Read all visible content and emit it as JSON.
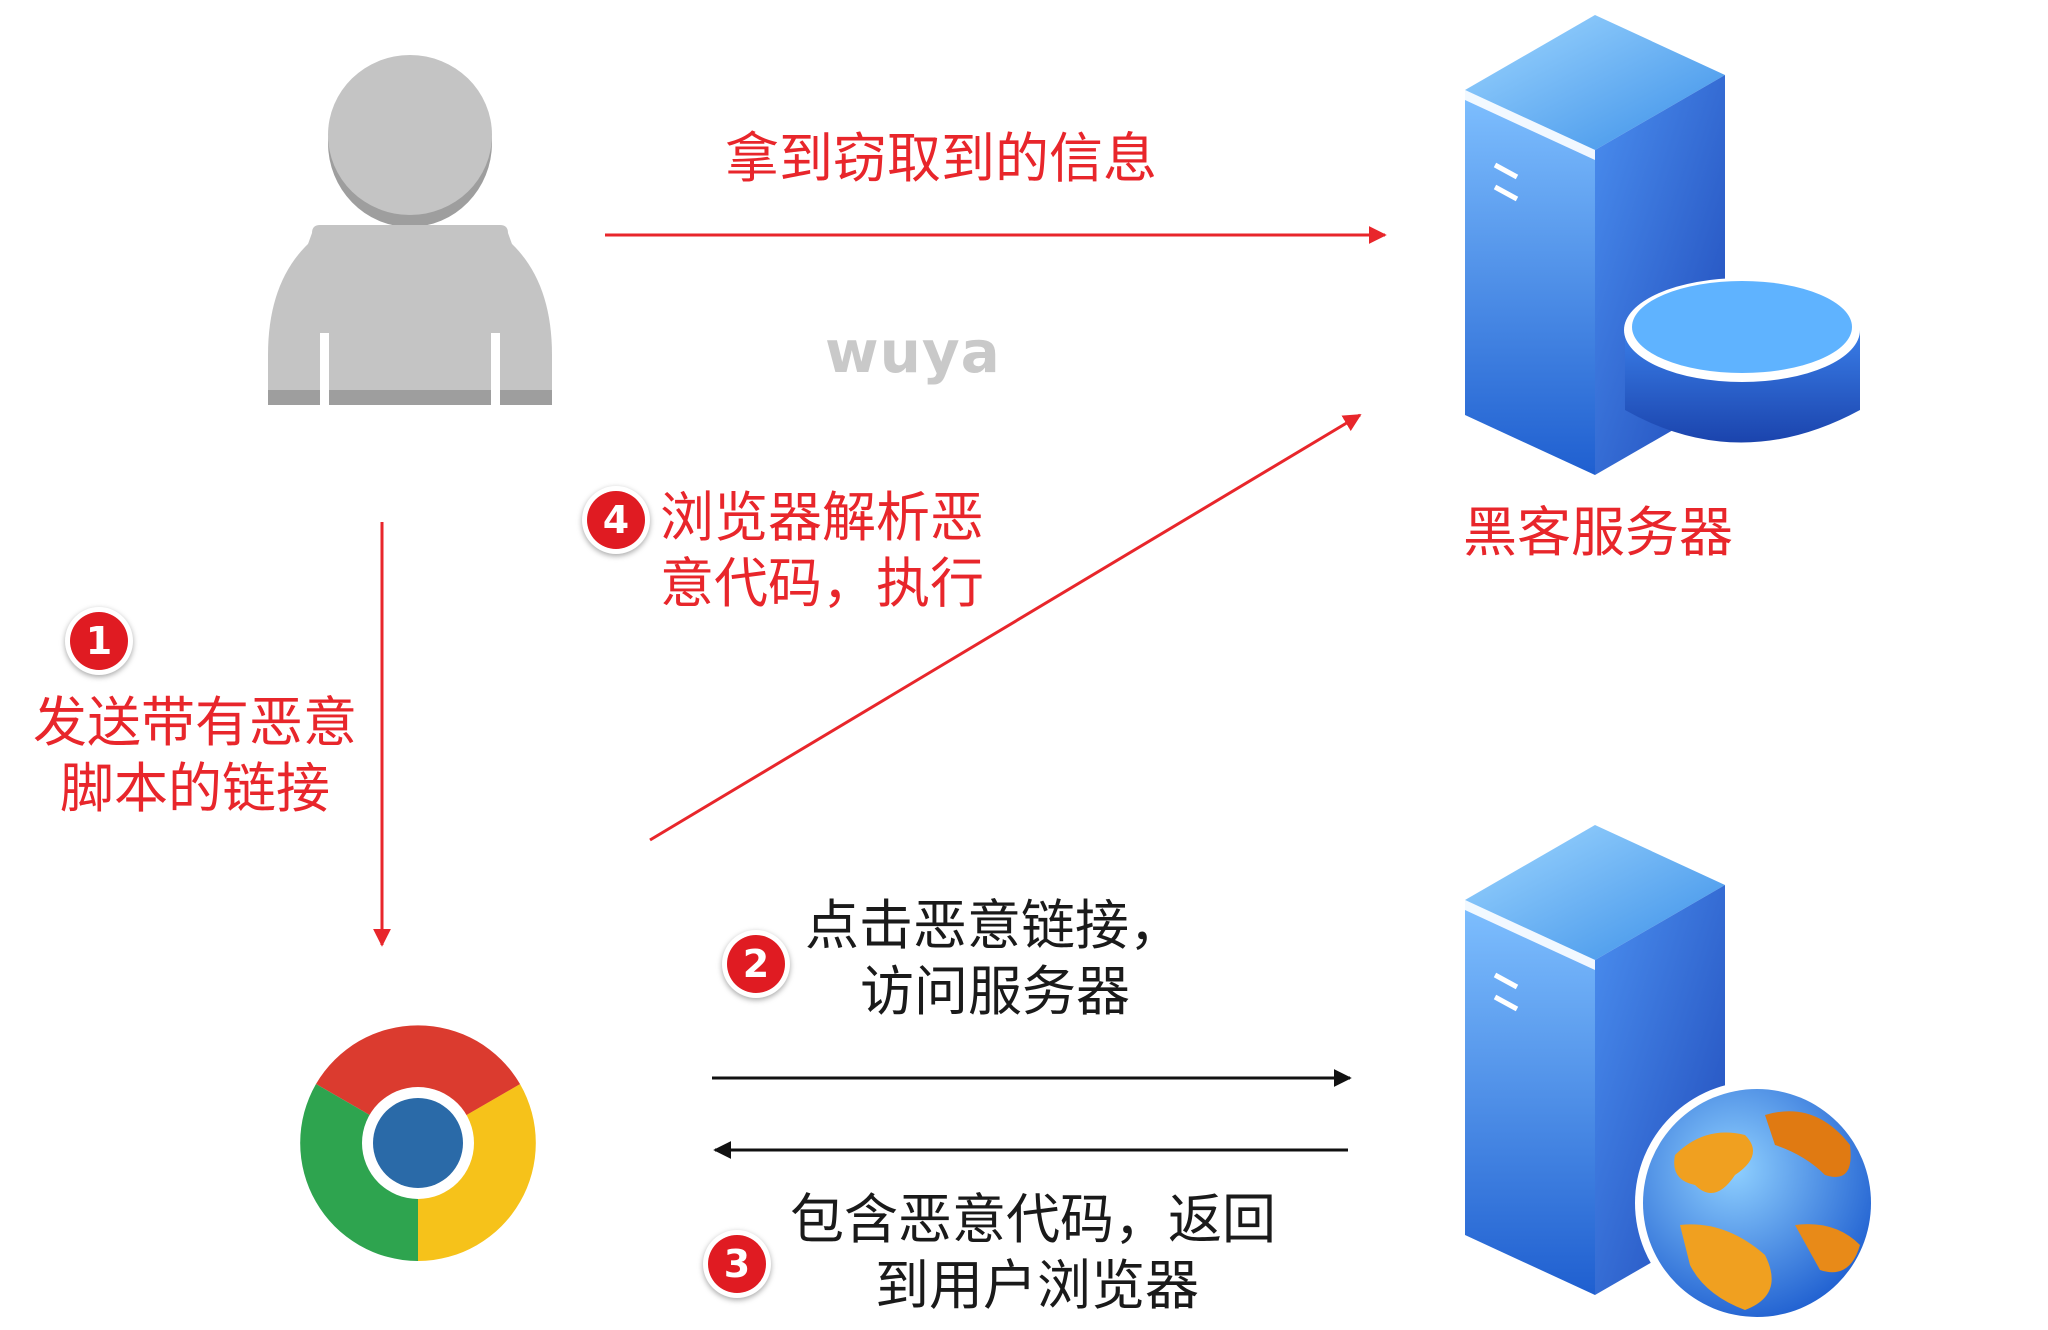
{
  "watermark": "wuya",
  "top_arrow": {
    "label": "拿到窃取到的信息"
  },
  "hacker_server": {
    "label": "黑客服务器"
  },
  "step1": {
    "number": "1",
    "lines": [
      "发送带有恶意",
      "脚本的链接"
    ]
  },
  "step2": {
    "number": "2",
    "lines": [
      "点击恶意链接，",
      "访问服务器"
    ]
  },
  "step3": {
    "number": "3",
    "lines": [
      "包含恶意代码，返回",
      "到用户浏览器"
    ]
  },
  "step4": {
    "number": "4",
    "lines": [
      "浏览器解析恶",
      "意代码，执行"
    ]
  },
  "colors": {
    "accent_red": "#e8262b",
    "badge_red": "#e01b22",
    "server_blue": "#2f6fd8",
    "user_gray": "#bdbdbd"
  }
}
